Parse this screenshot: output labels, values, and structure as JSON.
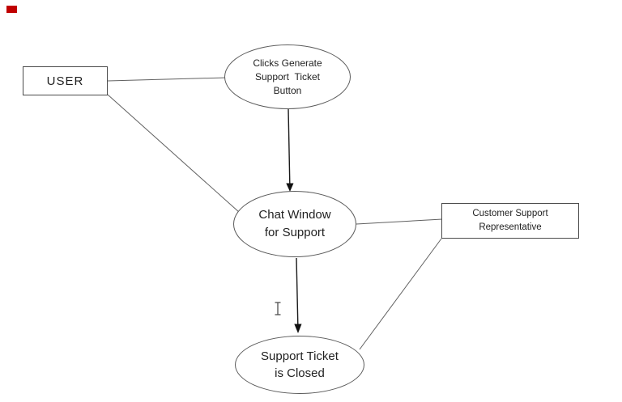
{
  "diagram": {
    "title": "support-ticket-flow-diagram",
    "nodes": {
      "user": {
        "type": "rectangle",
        "lines": [
          "USER"
        ]
      },
      "clicks_generate": {
        "type": "ellipse",
        "lines": [
          "Clicks Generate",
          "Support  Ticket",
          "Button"
        ]
      },
      "chat_window": {
        "type": "ellipse",
        "lines": [
          "Chat Window",
          "for Support"
        ]
      },
      "customer_support": {
        "type": "rectangle",
        "lines": [
          "Customer Support",
          "Representative"
        ]
      },
      "ticket_closed": {
        "type": "ellipse",
        "lines": [
          "Support Ticket",
          "is Closed"
        ]
      }
    },
    "connectors": [
      {
        "from": "user",
        "to": "clicks_generate",
        "style": "plain"
      },
      {
        "from": "user",
        "to": "chat_window",
        "style": "plain"
      },
      {
        "from": "clicks_generate",
        "to": "chat_window",
        "style": "arrow"
      },
      {
        "from": "chat_window",
        "to": "customer_support",
        "style": "plain"
      },
      {
        "from": "chat_window",
        "to": "ticket_closed",
        "style": "arrow"
      },
      {
        "from": "customer_support",
        "to": "ticket_closed",
        "style": "plain"
      }
    ],
    "colors": {
      "background": "#ffffff",
      "shape_stroke": "#5a5a5a",
      "connector_stroke": "#606060",
      "arrow_stroke": "#1a1a1a",
      "text": "#1f1f1f",
      "red_marker": "#c00000",
      "cursor": "#4f4f4f"
    }
  }
}
